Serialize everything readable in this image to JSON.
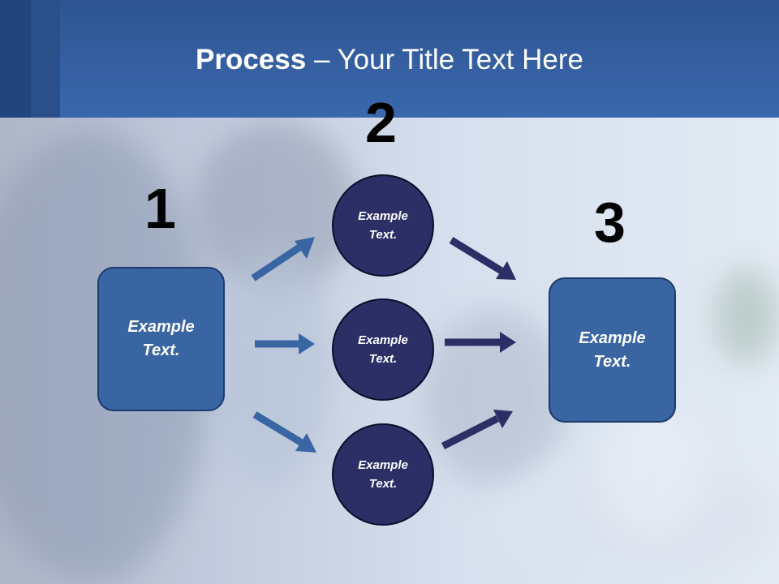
{
  "slide": {
    "title_bold": "Process",
    "title_rest": " – Your Title Text Here"
  },
  "numbers": [
    "1",
    "2",
    "3"
  ],
  "left_box": {
    "text": "Example\nText."
  },
  "circles": [
    {
      "text": "Example\nText."
    },
    {
      "text": "Example\nText."
    },
    {
      "text": "Example\nText."
    }
  ],
  "right_box": {
    "text": "Example\nText."
  },
  "colors": {
    "header": "#3a67ad",
    "box_fill": "#3a65a3",
    "circle_fill": "#2c2f66",
    "arrow_left": "#3a65a3",
    "arrow_right": "#2c2f66"
  },
  "icons": [
    "arrow-icon"
  ]
}
